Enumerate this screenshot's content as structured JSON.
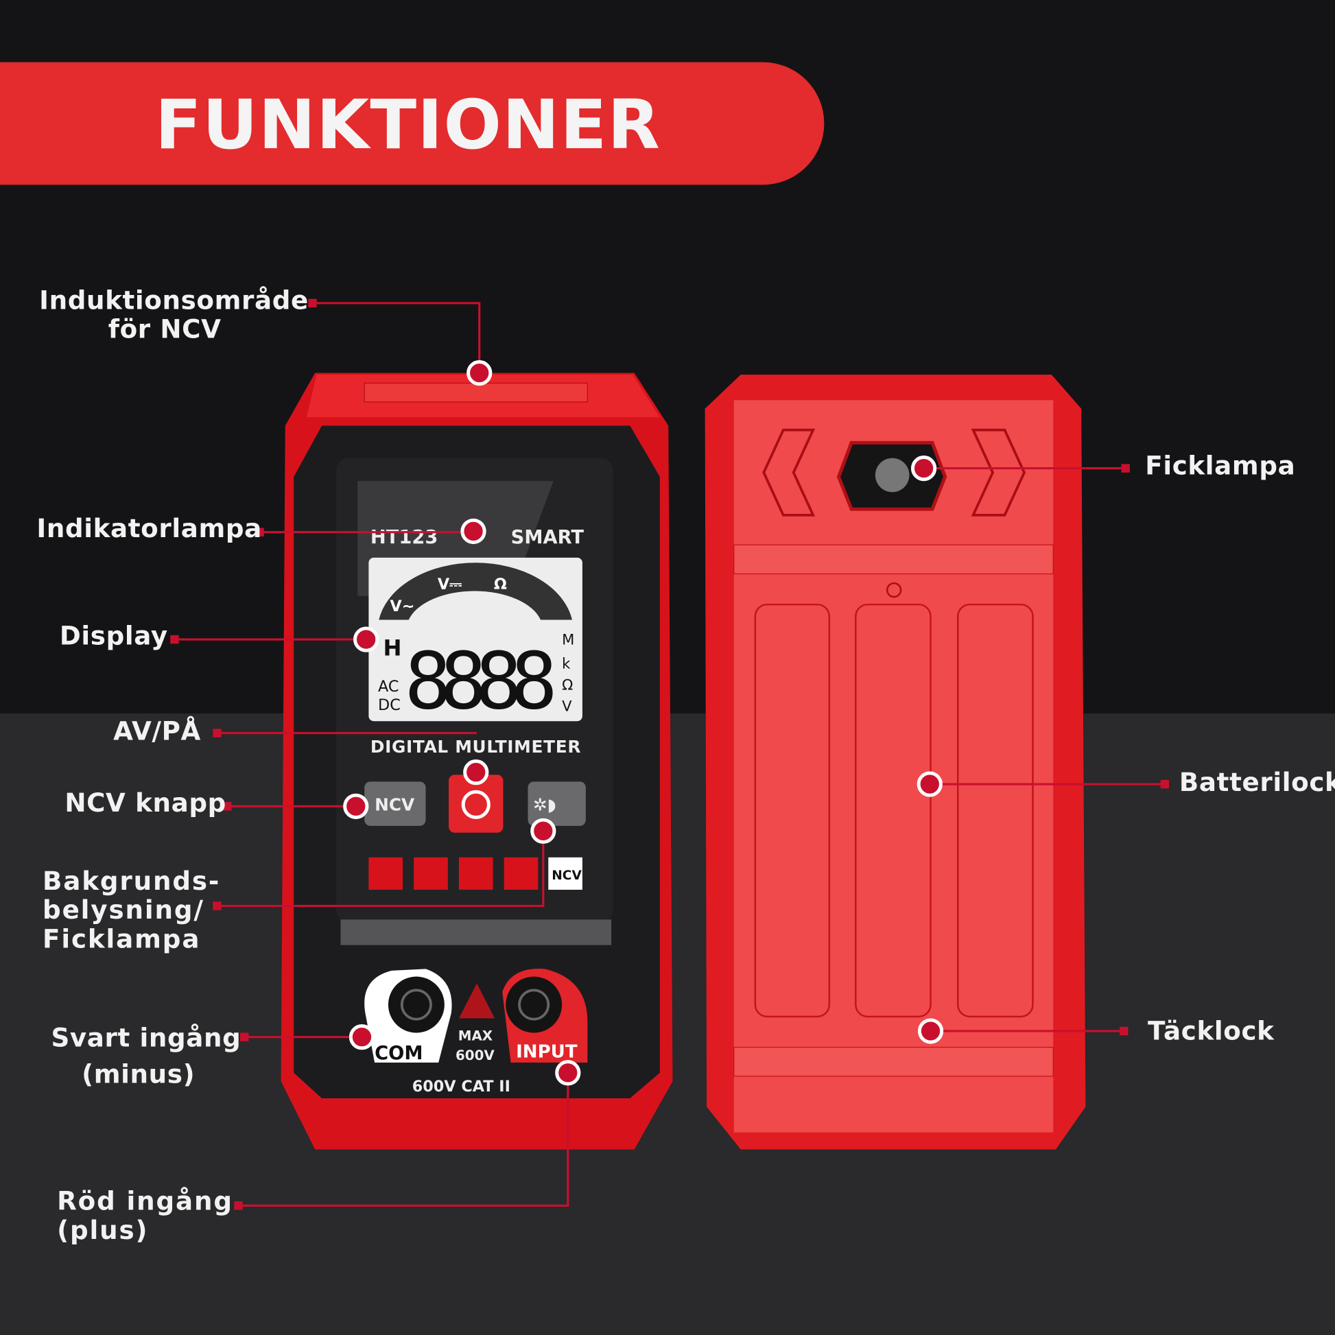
{
  "title": "FUNKTIONER",
  "labels": {
    "ncv_area": "Induktionsområde\nför NCV",
    "indicator": "Indikatorlampa",
    "display": "Display",
    "power": "AV/PÅ",
    "ncv_button": "NCV knapp",
    "backlight": "Bakgrunds-\nbelysning/\nFicklampa",
    "black_input": "Svart ingång\n(minus)",
    "red_input": "Röd ingång\n(plus)",
    "flashlight": "Ficklampa",
    "battery_cover": "Batterilock",
    "cover_lock": "Täcklock"
  },
  "device": {
    "model": "HT123",
    "brand": "SMART",
    "lcd_digits": "8888",
    "lcd_left": [
      "H",
      "AC",
      "DC"
    ],
    "lcd_units": [
      "M",
      "k",
      "Ω",
      "V"
    ],
    "lcd_modes": [
      "V~",
      "V⎓",
      "Ω"
    ],
    "name": "DIGITAL MULTIMETER",
    "ncv_key": "NCV",
    "ncv_badge": "NCV",
    "com": "COM",
    "max": "MAX",
    "max_v": "600V",
    "input": "INPUT",
    "cat": "600V CAT II"
  },
  "colors": {
    "accent": "#e42b2d",
    "dot": "#c8102e",
    "background": "#141416"
  }
}
